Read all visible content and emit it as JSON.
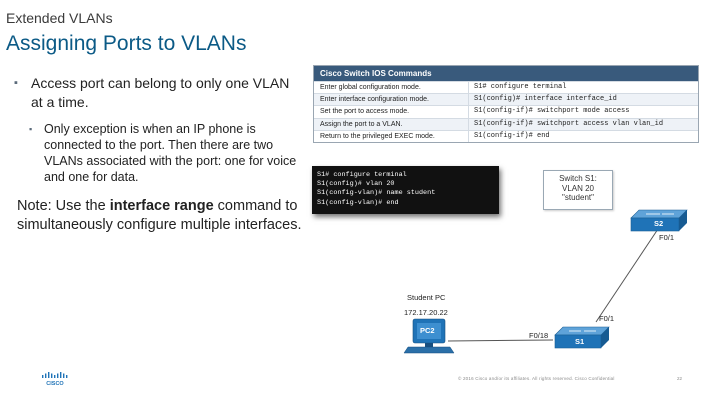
{
  "header": {
    "section": "Extended VLANs",
    "title": "Assigning Ports to VLANs"
  },
  "bullets": {
    "main": "Access port can belong to only one VLAN at a time.",
    "sub": "Only exception is when an IP phone is connected to the port. Then there are two VLANs associated with the port: one for voice and one for data."
  },
  "note": {
    "prefix": "Note: Use the ",
    "bold": "interface range",
    "suffix": " command to simultaneously configure multiple interfaces."
  },
  "ios_table": {
    "caption": "Cisco Switch IOS Commands",
    "rows": [
      {
        "desc": "Enter global configuration mode.",
        "cmd": "S1# configure terminal"
      },
      {
        "desc": "Enter interface configuration mode.",
        "cmd": "S1(config)# interface interface_id"
      },
      {
        "desc": "Set the port to access mode.",
        "cmd": "S1(config-if)# switchport mode access"
      },
      {
        "desc": "Assign the port to a VLAN.",
        "cmd": "S1(config-if)# switchport access vlan vlan_id"
      },
      {
        "desc": "Return to the privileged EXEC mode.",
        "cmd": "S1(config-if)# end"
      }
    ]
  },
  "terminal": {
    "lines": [
      "S1# configure terminal",
      "S1(config)# vlan 20",
      "S1(config-vlan)# name student",
      "S1(config-vlan)# end"
    ]
  },
  "diagram": {
    "callout": [
      "Switch S1:",
      "VLAN 20",
      "\"student\""
    ],
    "s2_label": "S2",
    "s2_port": "F0/1",
    "s1_label": "S1",
    "s1_port_up": "F0/1",
    "s1_port_pc": "F0/18",
    "pc_caption": "Student PC",
    "pc_ip": "172.17.20.22",
    "pc_label": "PC2",
    "colors": {
      "device_blue": "#1f73b7",
      "link": "#555555"
    }
  },
  "footer": {
    "copyright": "© 2016  Cisco and/or its affiliates. All rights reserved.   Cisco Confidential",
    "page": "22",
    "logo_icon": "cisco-logo"
  }
}
